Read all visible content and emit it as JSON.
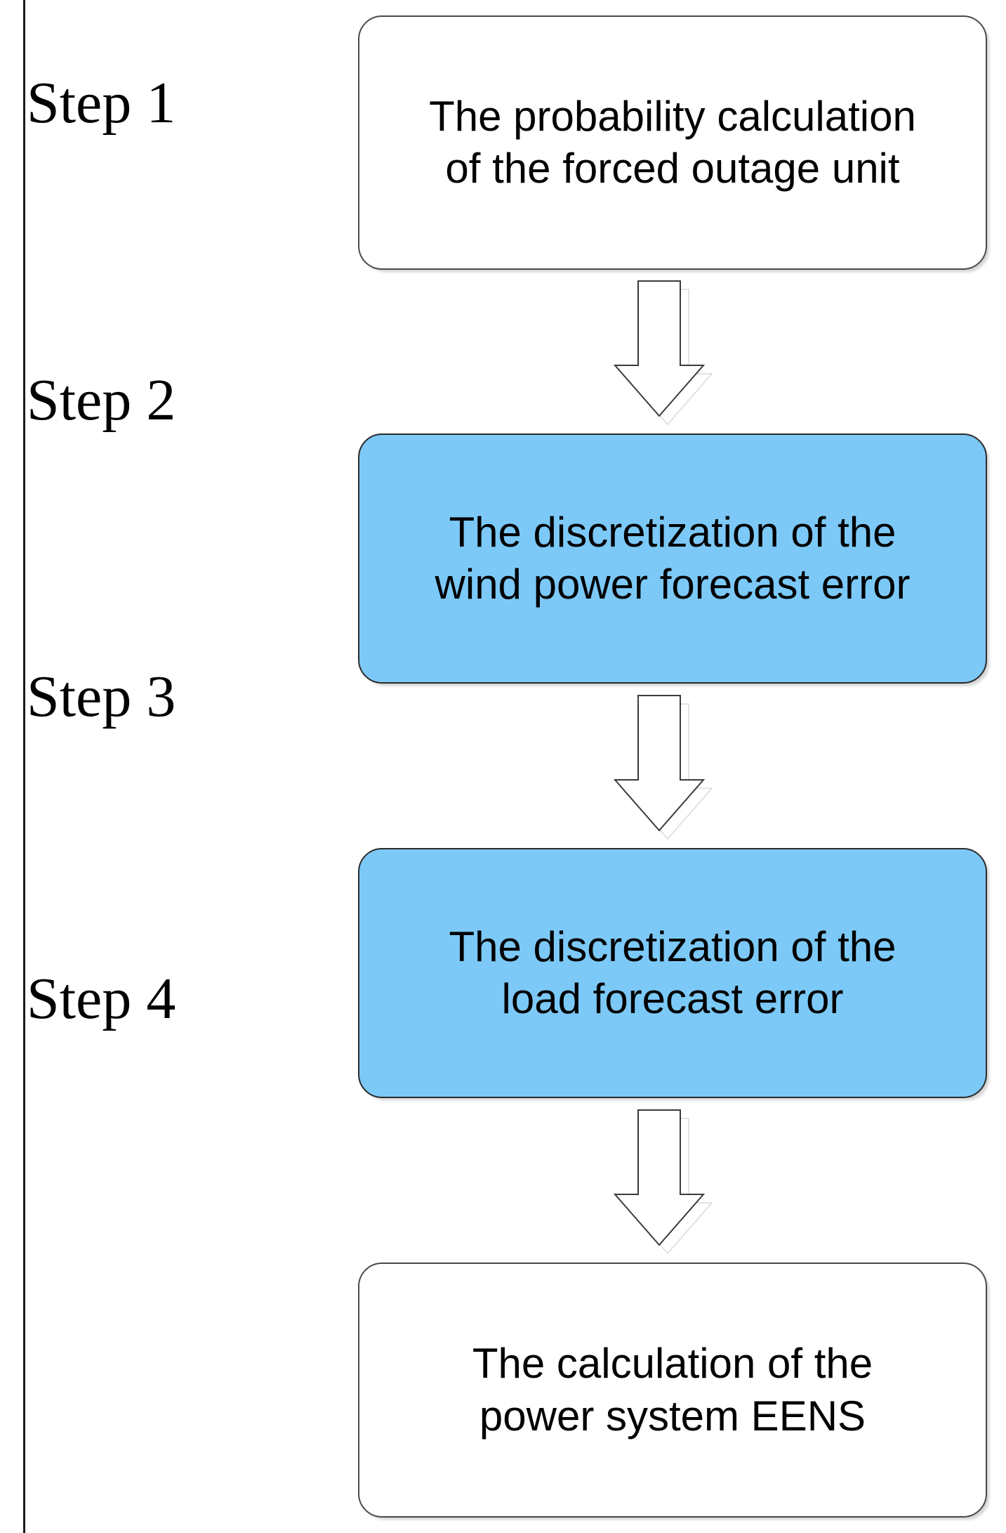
{
  "diagram": {
    "title": "Four-step EENS calculation flowchart",
    "orientation": "vertical",
    "colors": {
      "highlight_box_fill": "#7cc9f7",
      "plain_box_fill": "#ffffff",
      "box_border": "#3b3b3b",
      "arrow_outline": "#3b3b3b",
      "arrow_shadow": "#d9d9d9",
      "text": "#000000",
      "left_rule": "#1a1a1a"
    },
    "steps": [
      {
        "label": "Step 1",
        "box_text": "The probability calculation of the forced outage unit",
        "box_lines": [
          "The probability calculation",
          "of the forced outage unit"
        ],
        "fill": "white"
      },
      {
        "label": "Step 2",
        "box_text": "The discretization of the wind power forecast error",
        "box_lines": [
          "The discretization of the",
          "wind power forecast error"
        ],
        "fill": "blue"
      },
      {
        "label": "Step 3",
        "box_text": "The discretization of the load forecast error",
        "box_lines": [
          "The discretization of the",
          "load forecast error"
        ],
        "fill": "blue"
      },
      {
        "label": "Step 4",
        "box_text": "The calculation of the power system EENS",
        "box_lines": [
          "The calculation of the",
          "power system EENS"
        ],
        "fill": "white"
      }
    ],
    "connectors": [
      {
        "from": "Step 1",
        "to": "Step 2",
        "icon": "down-arrow-icon"
      },
      {
        "from": "Step 2",
        "to": "Step 3",
        "icon": "down-arrow-icon"
      },
      {
        "from": "Step 3",
        "to": "Step 4",
        "icon": "down-arrow-icon"
      }
    ]
  }
}
